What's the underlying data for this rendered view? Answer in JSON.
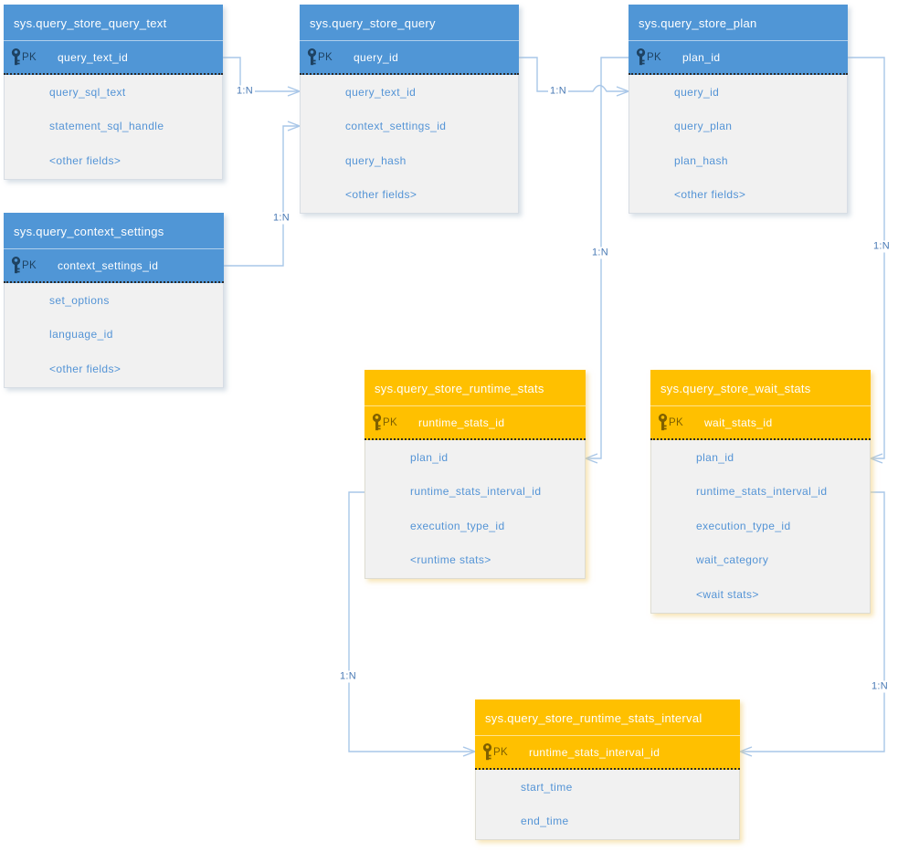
{
  "diagram": {
    "kind": "entity-relationship-diagram",
    "cardinality_label": "1:N"
  },
  "ui": {
    "pk_label": "PK"
  },
  "colors": {
    "blue_header": "#5096D6",
    "orange_header": "#FFC000",
    "body_background": "#F1F1F1",
    "field_text": "#5494D6",
    "pk_text_blue_theme": "#1E4262",
    "pk_text_orange_theme": "#7F6000",
    "connector_line": "#A9C7E8",
    "relation_label_text": "#4A7AB5"
  },
  "tables": [
    {
      "id": "query_store_query_text",
      "name": "sys.query_store_query_text",
      "theme": "blue",
      "pk": "query_text_id",
      "fields": [
        "query_sql_text",
        "statement_sql_handle",
        "<other fields>"
      ]
    },
    {
      "id": "query_store_query",
      "name": "sys.query_store_query",
      "theme": "blue",
      "pk": "query_id",
      "fields": [
        "query_text_id",
        "context_settings_id",
        "query_hash",
        "<other fields>"
      ]
    },
    {
      "id": "query_store_plan",
      "name": "sys.query_store_plan",
      "theme": "blue",
      "pk": "plan_id",
      "fields": [
        "query_id",
        "query_plan",
        "plan_hash",
        "<other fields>"
      ]
    },
    {
      "id": "query_context_settings",
      "name": "sys.query_context_settings",
      "theme": "blue",
      "pk": "context_settings_id",
      "fields": [
        "set_options",
        "language_id",
        "<other fields>"
      ]
    },
    {
      "id": "query_store_runtime_stats",
      "name": "sys.query_store_runtime_stats",
      "theme": "orange",
      "pk": "runtime_stats_id",
      "fields": [
        "plan_id",
        "runtime_stats_interval_id",
        "execution_type_id",
        "<runtime stats>"
      ]
    },
    {
      "id": "query_store_wait_stats",
      "name": "sys.query_store_wait_stats",
      "theme": "orange",
      "pk": "wait_stats_id",
      "fields": [
        "plan_id",
        "runtime_stats_interval_id",
        "execution_type_id",
        "wait_category",
        "<wait stats>"
      ]
    },
    {
      "id": "query_store_runtime_stats_interval",
      "name": "sys.query_store_runtime_stats_interval",
      "theme": "orange",
      "pk": "runtime_stats_interval_id",
      "fields": [
        "start_time",
        "end_time"
      ]
    }
  ],
  "connectors": [
    {
      "from": "sys.query_store_query_text.query_text_id",
      "to": "sys.query_store_query.query_text_id",
      "label": "1:N"
    },
    {
      "from": "sys.query_context_settings.context_settings_id",
      "to": "sys.query_store_query.context_settings_id",
      "label": "1:N"
    },
    {
      "from": "sys.query_store_query.query_id",
      "to": "sys.query_store_plan.query_id",
      "label": "1:N"
    },
    {
      "from": "sys.query_store_plan.plan_id",
      "to": "sys.query_store_runtime_stats.plan_id",
      "label": "1:N"
    },
    {
      "from": "sys.query_store_plan.plan_id",
      "to": "sys.query_store_wait_stats.plan_id",
      "label": "1:N"
    },
    {
      "from": "sys.query_store_runtime_stats.runtime_stats_interval_id",
      "to": "sys.query_store_runtime_stats_interval.runtime_stats_interval_id",
      "label": "1:N"
    },
    {
      "from": "sys.query_store_wait_stats.runtime_stats_interval_id",
      "to": "sys.query_store_runtime_stats_interval.runtime_stats_interval_id",
      "label": "1:N"
    }
  ]
}
